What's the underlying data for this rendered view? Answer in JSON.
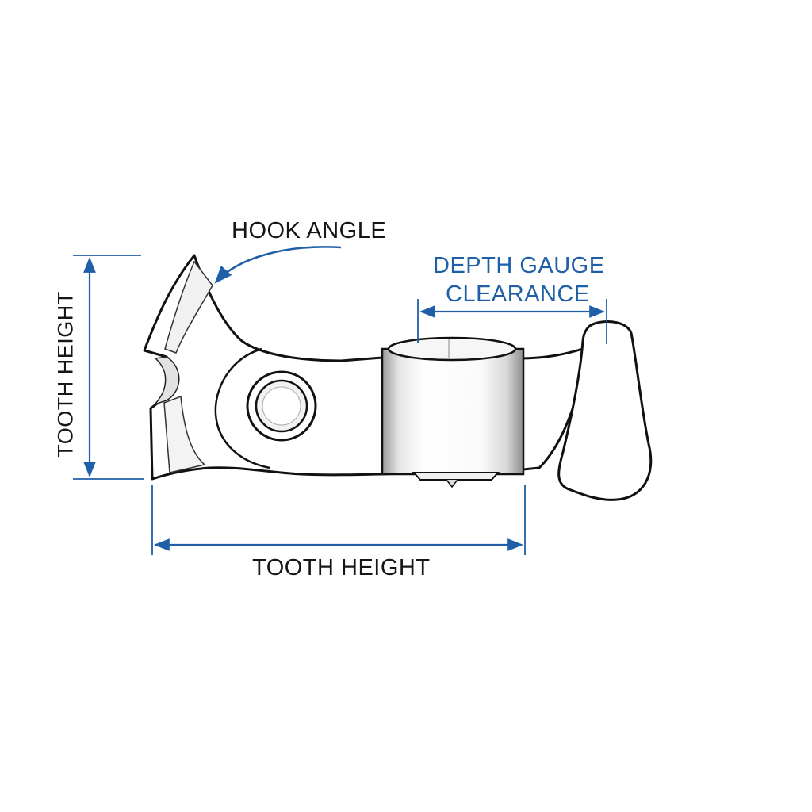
{
  "labels": {
    "hook_angle": "HOOK ANGLE",
    "depth_gauge_line1": "DEPTH GAUGE",
    "depth_gauge_line2": "CLEARANCE",
    "tooth_height_vertical": "TOOTH HEIGHT",
    "tooth_height_horizontal": "TOOTH HEIGHT"
  },
  "colors": {
    "dimension_blue": "#1f5fa8",
    "outline": "#111111",
    "text_dark": "#161616"
  }
}
